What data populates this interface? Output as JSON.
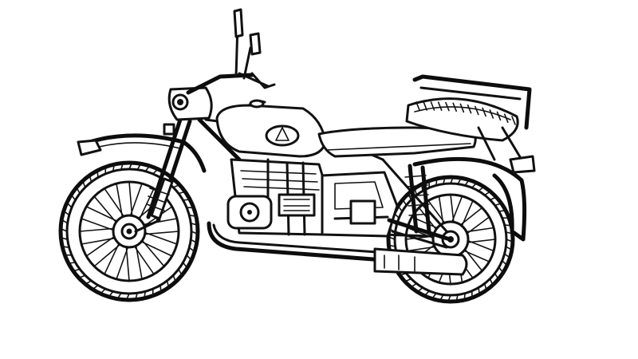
{
  "scene": {
    "subject": "motorcycle-line-drawing",
    "style": "black-ink-on-white",
    "colors": {
      "ink": "#111111",
      "background": "#ffffff"
    },
    "wheels": {
      "spokes_per_wheel": 24,
      "tread_notches": 48
    }
  }
}
